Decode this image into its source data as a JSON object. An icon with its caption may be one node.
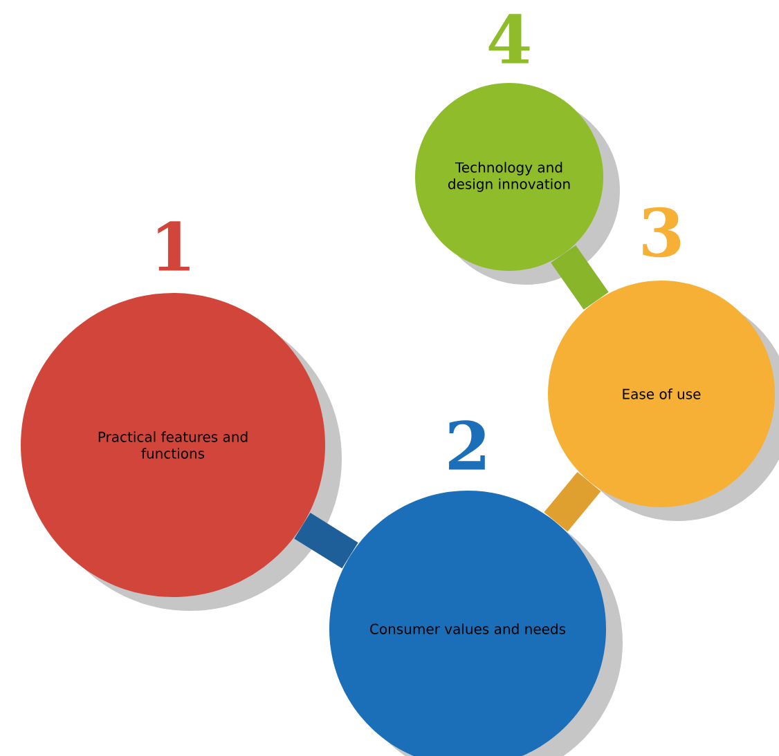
{
  "diagram": {
    "nodes": [
      {
        "text": [
          "Practical features and functions"
        ],
        "beside": [
          "1"
        ]
      },
      {
        "text": [
          "Consumer values and needs"
        ],
        "beside": [
          "2"
        ]
      },
      {
        "text": [
          "Ease of use"
        ],
        "beside": [
          "3"
        ]
      },
      {
        "text": [
          "Technology and design innovation"
        ],
        "beside": [
          "4"
        ]
      }
    ],
    "edges": [
      {
        "from": 0,
        "to": 1,
        "arrow": "none",
        "color": "#1e5f9a"
      },
      {
        "from": 1,
        "to": 2,
        "arrow": "none",
        "color": "#e0a030"
      },
      {
        "from": 2,
        "to": 3,
        "arrow": "none",
        "color": "#88b52a"
      }
    ]
  }
}
